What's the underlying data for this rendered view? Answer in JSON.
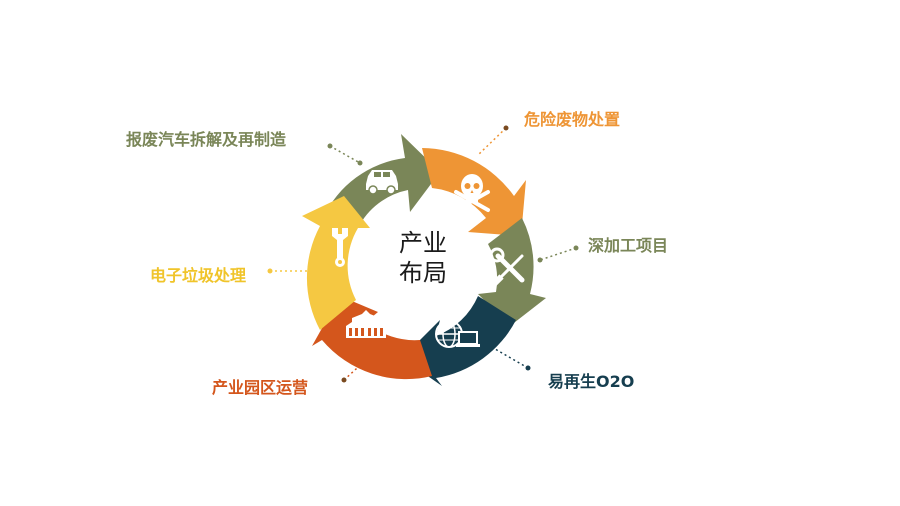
{
  "center": {
    "line1": "产业",
    "line2": "布局"
  },
  "segments": [
    {
      "label": "报废汽车拆解及再制造",
      "icon": "car-icon",
      "color": "#7a8658"
    },
    {
      "label": "危险废物处置",
      "icon": "skull-crossbones-icon",
      "color": "#ee9535"
    },
    {
      "label": "深加工项目",
      "icon": "wrench-screwdriver-icon",
      "color": "#7a8658"
    },
    {
      "label": "易再生O2O",
      "icon": "globe-laptop-icon",
      "color": "#163e4f"
    },
    {
      "label": "产业园区运营",
      "icon": "building-icon",
      "color": "#d4561c"
    },
    {
      "label": "电子垃圾处理",
      "icon": "tool-icon",
      "color": "#f5c842"
    }
  ]
}
